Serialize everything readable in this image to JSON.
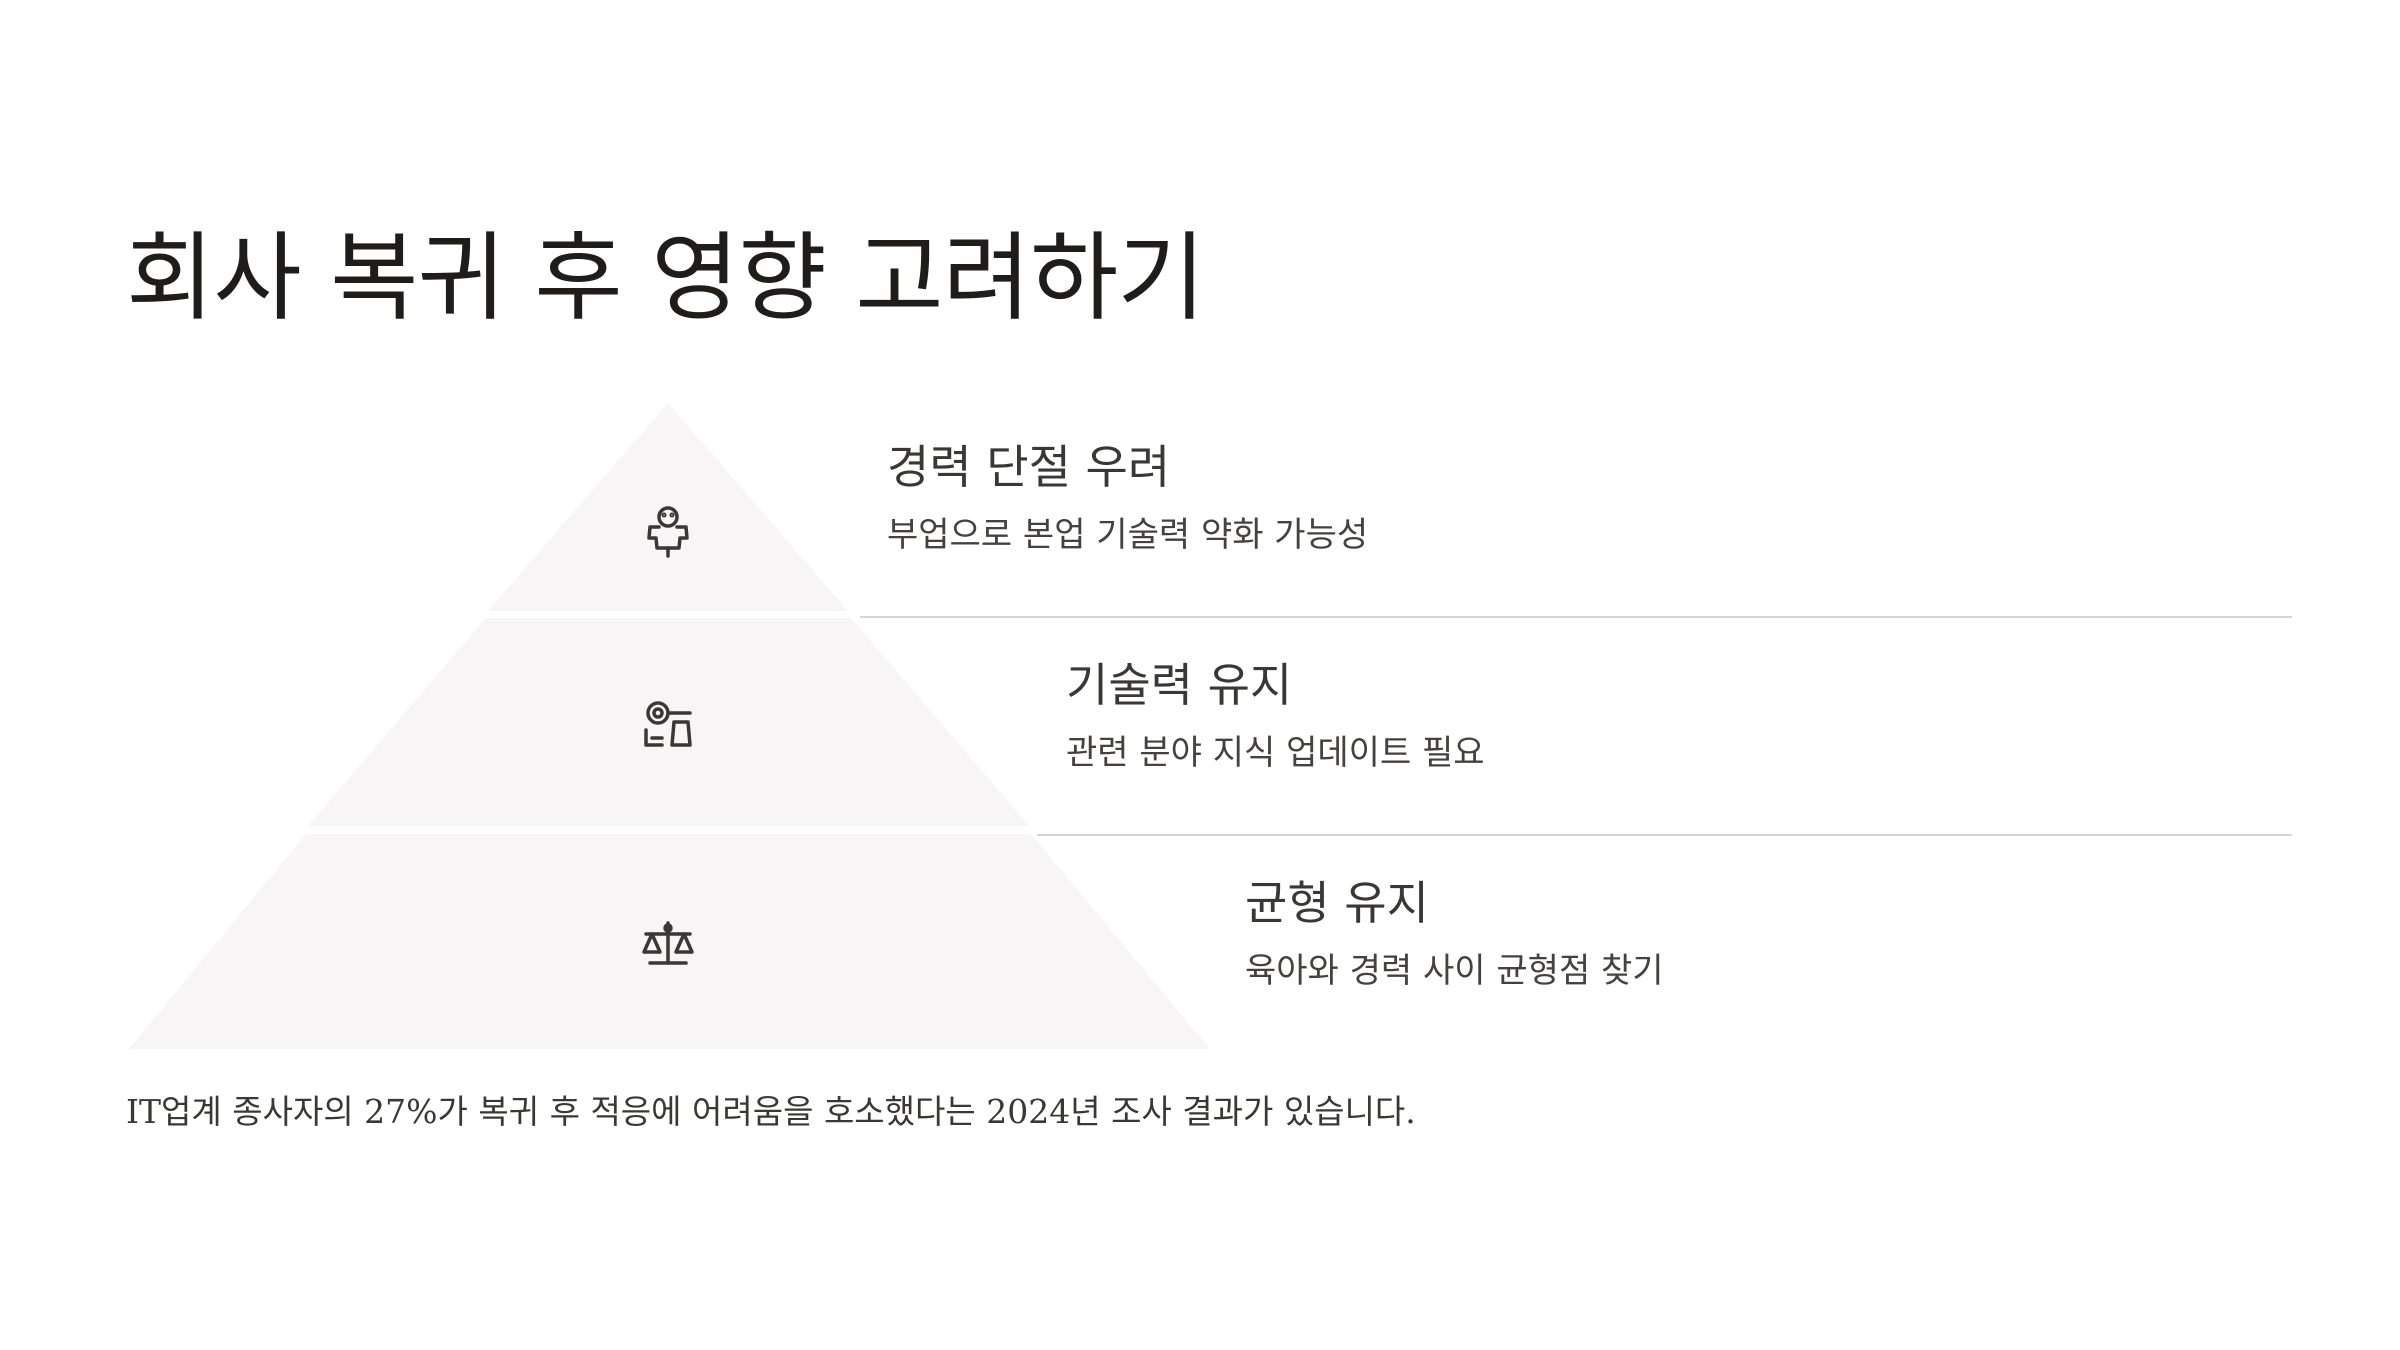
{
  "title": "회사 복귀 후 영향 고려하기",
  "colors": {
    "background": "#ffffff",
    "pyramid_fill": "#f7f5f5",
    "divider": "#d7d3d0",
    "icon_stroke": "#3b3734",
    "text": "#3b3734"
  },
  "tiers": [
    {
      "heading": "경력 단절 우려",
      "description": "부업으로 본업 기술력 약화 가능성",
      "icon": "worried-person-icon"
    },
    {
      "heading": "기술력 유지",
      "description": "관련 분야 지식 업데이트 필요",
      "icon": "skills-tools-icon"
    },
    {
      "heading": "균형 유지",
      "description": "육아와 경력 사이 균형점 찾기",
      "icon": "balance-scale-icon"
    }
  ],
  "footnote": "IT업계 종사자의 27%가 복귀 후 적응에 어려움을 호소했다는 2024년 조사 결과가 있습니다."
}
